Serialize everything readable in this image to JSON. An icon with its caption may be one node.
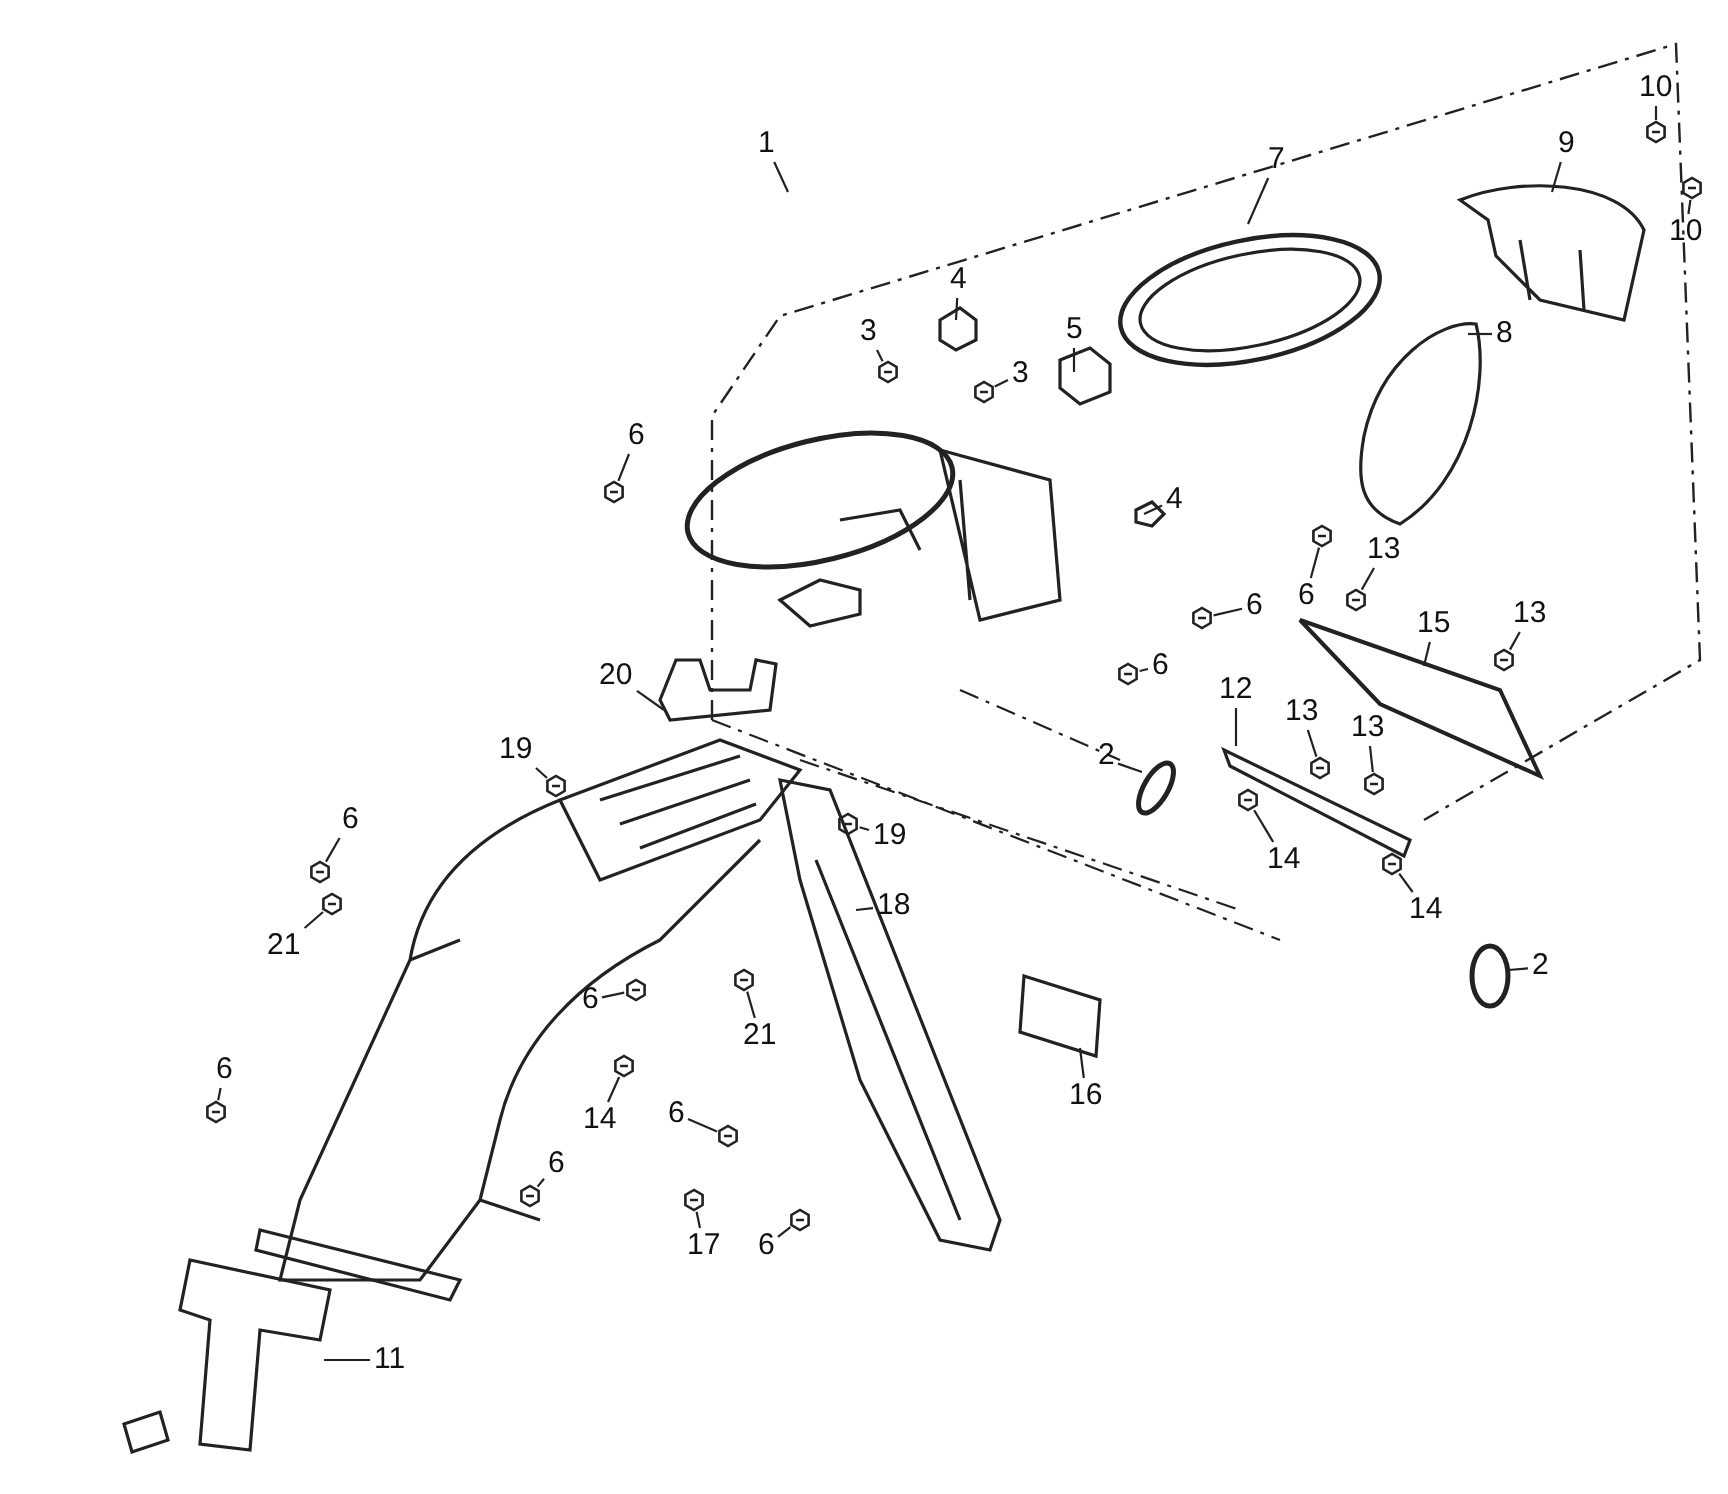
{
  "diagram": {
    "nodes": [
      {
        "text": [
          "1"
        ]
      },
      {
        "text": [
          "7"
        ]
      },
      {
        "text": [
          "9"
        ]
      },
      {
        "text": [
          "10"
        ]
      },
      {
        "text": [
          "10"
        ]
      },
      {
        "text": [
          "4"
        ]
      },
      {
        "text": [
          "3"
        ]
      },
      {
        "text": [
          "3"
        ]
      },
      {
        "text": [
          "5"
        ]
      },
      {
        "text": [
          "8"
        ]
      },
      {
        "text": [
          "6"
        ]
      },
      {
        "text": [
          "4"
        ]
      },
      {
        "text": [
          "6"
        ]
      },
      {
        "text": [
          "13"
        ]
      },
      {
        "text": [
          "15"
        ]
      },
      {
        "text": [
          "13"
        ]
      },
      {
        "text": [
          "6"
        ]
      },
      {
        "text": [
          "6"
        ]
      },
      {
        "text": [
          "20"
        ]
      },
      {
        "text": [
          "12"
        ]
      },
      {
        "text": [
          "13"
        ]
      },
      {
        "text": [
          "13"
        ]
      },
      {
        "text": [
          "2"
        ]
      },
      {
        "text": [
          "19"
        ]
      },
      {
        "text": [
          "19"
        ]
      },
      {
        "text": [
          "14"
        ]
      },
      {
        "text": [
          "14"
        ]
      },
      {
        "text": [
          "6"
        ]
      },
      {
        "text": [
          "21"
        ]
      },
      {
        "text": [
          "18"
        ]
      },
      {
        "text": [
          "2"
        ]
      },
      {
        "text": [
          "6"
        ]
      },
      {
        "text": [
          "21"
        ]
      },
      {
        "text": [
          "16"
        ]
      },
      {
        "text": [
          "6"
        ]
      },
      {
        "text": [
          "14"
        ]
      },
      {
        "text": [
          "6"
        ]
      },
      {
        "text": [
          "6"
        ]
      },
      {
        "text": [
          "17"
        ]
      },
      {
        "text": [
          "6"
        ]
      },
      {
        "text": [
          "11"
        ]
      },
      {
        "text": [],
        "shape": "picture"
      },
      {
        "text": [],
        "shape": "picture"
      },
      {
        "text": [],
        "shape": "picture"
      },
      {
        "text": [],
        "shape": "picture"
      },
      {
        "text": [],
        "shape": "picture"
      },
      {
        "text": [],
        "shape": "picture"
      },
      {
        "text": [],
        "shape": "picture"
      },
      {
        "text": [],
        "shape": "picture"
      },
      {
        "text": [],
        "shape": "picture"
      },
      {
        "text": [],
        "shape": "picture"
      },
      {
        "text": [],
        "shape": "picture"
      },
      {
        "text": [],
        "shape": "picture"
      },
      {
        "text": [],
        "shape": "picture"
      },
      {
        "text": [],
        "shape": "picture"
      },
      {
        "text": [],
        "shape": "picture"
      },
      {
        "text": [],
        "shape": "picture"
      },
      {
        "text": [],
        "shape": "picture"
      },
      {
        "text": [],
        "shape": "picture"
      },
      {
        "text": [],
        "shape": "picture"
      },
      {
        "text": [],
        "shape": "picture"
      },
      {
        "text": [],
        "shape": "picture"
      },
      {
        "text": [],
        "shape": "picture"
      },
      {
        "text": [],
        "shape": "picture"
      },
      {
        "text": [],
        "shape": "picture"
      },
      {
        "text": [],
        "shape": "picture"
      },
      {
        "text": [],
        "shape": "picture"
      },
      {
        "text": [],
        "shape": "circle"
      },
      {
        "text": [],
        "shape": "circle"
      }
    ],
    "edges": [
      {
        "from": 0,
        "to": null,
        "arrow": "none"
      },
      {
        "from": 1,
        "to": null,
        "arrow": "none"
      },
      {
        "from": 2,
        "to": null,
        "arrow": "none"
      },
      {
        "from": 3,
        "to": 41,
        "arrow": "none"
      },
      {
        "from": 4,
        "to": 42,
        "arrow": "none"
      },
      {
        "from": 5,
        "to": null,
        "arrow": "none"
      },
      {
        "from": 6,
        "to": 43,
        "arrow": "none"
      },
      {
        "from": 7,
        "to": 44,
        "arrow": "none"
      },
      {
        "from": 8,
        "to": null,
        "arrow": "none"
      },
      {
        "from": 9,
        "to": null,
        "arrow": "none"
      },
      {
        "from": 10,
        "to": 45,
        "arrow": "none"
      },
      {
        "from": 11,
        "to": null,
        "arrow": "none"
      },
      {
        "from": 12,
        "to": 46,
        "arrow": "none"
      },
      {
        "from": 13,
        "to": 47,
        "arrow": "none"
      },
      {
        "from": 14,
        "to": null,
        "arrow": "none"
      },
      {
        "from": 15,
        "to": 48,
        "arrow": "none"
      },
      {
        "from": 16,
        "to": 49,
        "arrow": "none"
      },
      {
        "from": 17,
        "to": 50,
        "arrow": "none"
      },
      {
        "from": 18,
        "to": null,
        "arrow": "none"
      },
      {
        "from": 19,
        "to": null,
        "arrow": "none"
      },
      {
        "from": 20,
        "to": 51,
        "arrow": "none"
      },
      {
        "from": 21,
        "to": 52,
        "arrow": "none"
      },
      {
        "from": 22,
        "to": 67,
        "arrow": "none"
      },
      {
        "from": 23,
        "to": 53,
        "arrow": "none"
      },
      {
        "from": 24,
        "to": 54,
        "arrow": "none"
      },
      {
        "from": 25,
        "to": 55,
        "arrow": "none"
      },
      {
        "from": 26,
        "to": 56,
        "arrow": "none"
      },
      {
        "from": 27,
        "to": 57,
        "arrow": "none"
      },
      {
        "from": 28,
        "to": 58,
        "arrow": "none"
      },
      {
        "from": 29,
        "to": null,
        "arrow": "none"
      },
      {
        "from": 30,
        "to": 68,
        "arrow": "none"
      },
      {
        "from": 31,
        "to": 59,
        "arrow": "none"
      },
      {
        "from": 32,
        "to": 60,
        "arrow": "none"
      },
      {
        "from": 33,
        "to": null,
        "arrow": "none"
      },
      {
        "from": 34,
        "to": 61,
        "arrow": "none"
      },
      {
        "from": 35,
        "to": 62,
        "arrow": "none"
      },
      {
        "from": 36,
        "to": 63,
        "arrow": "none"
      },
      {
        "from": 37,
        "to": 64,
        "arrow": "none"
      },
      {
        "from": 38,
        "to": 65,
        "arrow": "none"
      },
      {
        "from": 39,
        "to": 66,
        "arrow": "none"
      },
      {
        "from": 40,
        "to": null,
        "arrow": "none"
      }
    ]
  }
}
